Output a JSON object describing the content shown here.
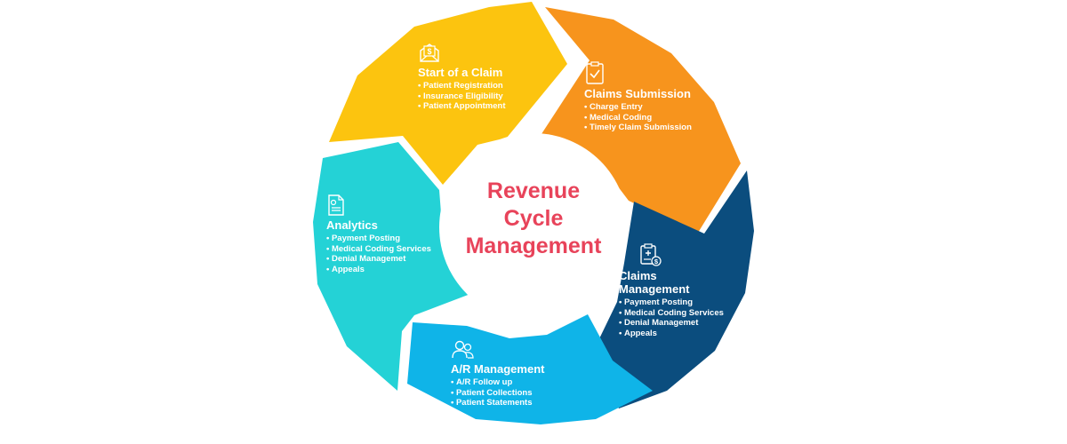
{
  "center": {
    "line1": "Revenue",
    "line2": "Cycle",
    "line3": "Management"
  },
  "colors": {
    "start": "#fcc40f",
    "submission": "#f7941d",
    "claims_mgmt": "#0b4d7e",
    "ar": "#0fb4e8",
    "analytics": "#24d2d6",
    "center_text": "#e8435a"
  },
  "segments": {
    "start": {
      "title": "Start of a Claim",
      "icon": "money-envelope-icon",
      "items": [
        "Patient Registration",
        "Insurance Eligibility",
        "Patient Appointment"
      ]
    },
    "submission": {
      "title": "Claims Submission",
      "icon": "clipboard-check-icon",
      "items": [
        "Charge Entry",
        "Medical Coding",
        "Timely Claim Submission"
      ]
    },
    "claims_mgmt": {
      "title_line1": "Claims",
      "title_line2": "Management",
      "icon": "medical-bill-icon",
      "items": [
        "Payment Posting",
        "Medical Coding Services",
        "Denial Managemet",
        "Appeals"
      ]
    },
    "ar": {
      "title": "A/R Management",
      "icon": "users-icon",
      "items": [
        "A/R Follow up",
        "Patient Collections",
        "Patient Statements"
      ]
    },
    "analytics": {
      "title": "Analytics",
      "icon": "report-document-icon",
      "items": [
        "Payment Posting",
        "Medical Coding Services",
        "Denial Managemet",
        "Appeals"
      ]
    }
  }
}
